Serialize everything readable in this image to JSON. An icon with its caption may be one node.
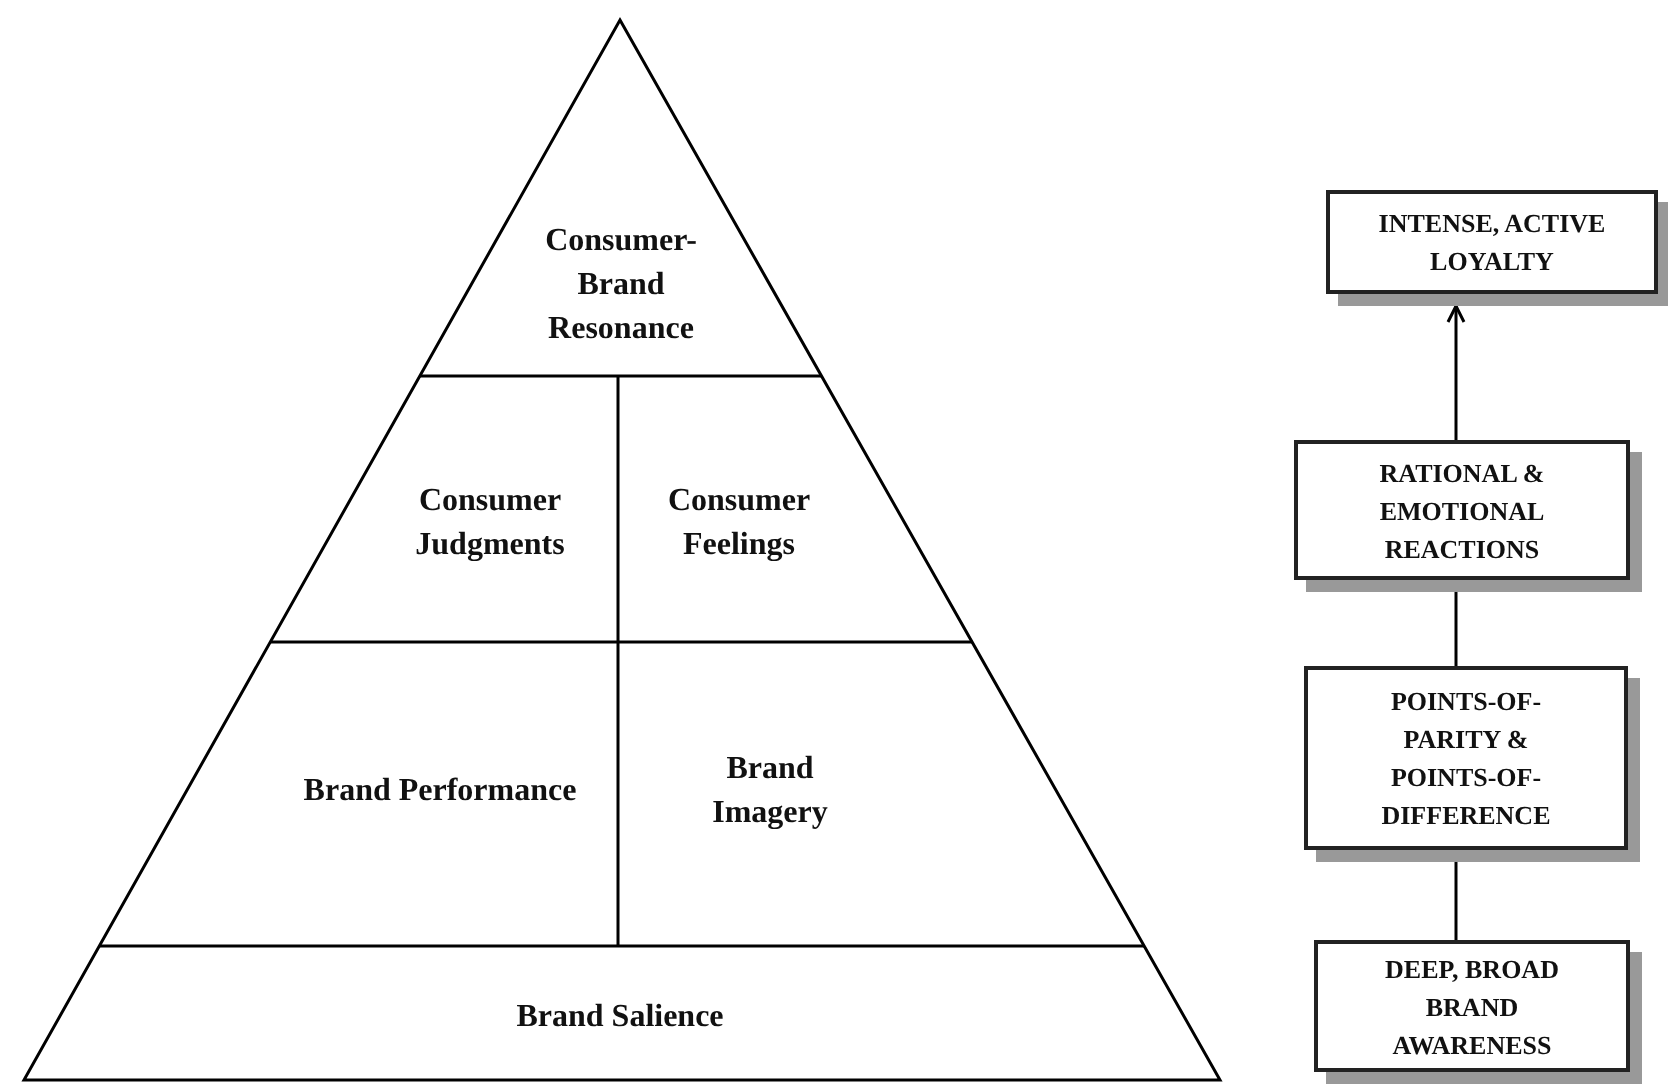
{
  "diagram": {
    "nodes": [
      {
        "text": [
          "Consumer-Brand Resonance"
        ]
      },
      {
        "text": [
          "Consumer Judgments"
        ]
      },
      {
        "text": [
          "Consumer Feelings"
        ]
      },
      {
        "text": [
          "Brand Performance"
        ]
      },
      {
        "text": [
          "Brand Imagery"
        ]
      },
      {
        "text": [
          "Brand Salience"
        ]
      },
      {
        "text": [
          "INTENSE, ACTIVE LOYALTY"
        ]
      },
      {
        "text": [
          "RATIONAL & EMOTIONAL REACTIONS"
        ]
      },
      {
        "text": [
          "POINTS-OF-PARITY & POINTS-OF-DIFFERENCE"
        ]
      },
      {
        "text": [
          "DEEP, BROAD BRAND AWARENESS"
        ]
      }
    ],
    "edges": [
      {
        "from": 7,
        "to": 6,
        "arrow": "to"
      },
      {
        "from": 8,
        "to": 7,
        "arrow": "none"
      },
      {
        "from": 9,
        "to": 8,
        "arrow": "none"
      }
    ]
  }
}
